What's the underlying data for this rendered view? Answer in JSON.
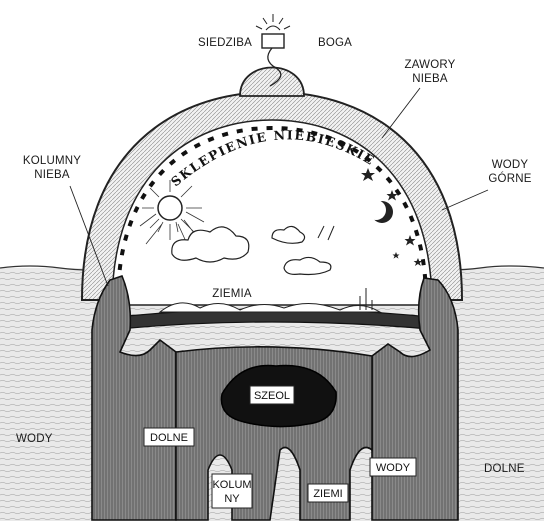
{
  "diagram": {
    "labels": {
      "siedziba": "SIEDZIBA",
      "boga": "BOGA",
      "zawory_line1": "ZAWORY",
      "zawory_line2": "NIEBA",
      "kolumny_nieba_line1": "KOLUMNY",
      "kolumny_nieba_line2": "NIEBA",
      "wody_gorne_line1": "WODY",
      "wody_gorne_line2": "GÓRNE",
      "sklepienie": "SKLEPIENIE NIEBIESKIE",
      "ziemia": "ZIEMIA",
      "szeol": "SZEOL",
      "wody_left": "WODY",
      "dolne_left": "DOLNE",
      "kolumny_ziemi_line1": "KOLUM",
      "kolumny_ziemi_line2": "NY",
      "ziemi": "ZIEMI",
      "wody_right": "WODY",
      "dolne_right": "DOLNE"
    }
  }
}
